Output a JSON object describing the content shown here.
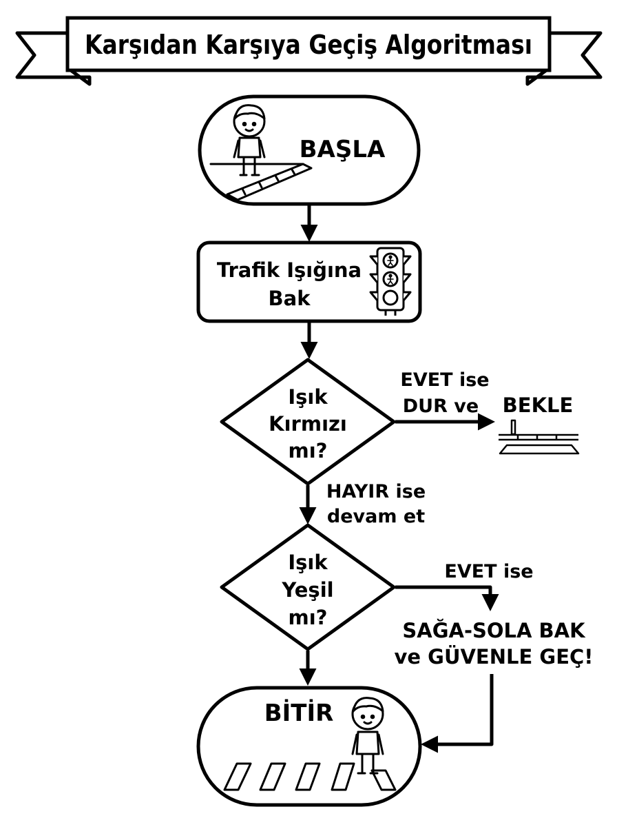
{
  "title": "Karşıdan Karşıya Geçiş Algoritması",
  "nodes": {
    "start": {
      "label": "BAŞLA",
      "icon": "boy-on-curb-icon"
    },
    "look": {
      "line1": "Trafik Işığına",
      "line2": "Bak",
      "icon": "traffic-light-icon"
    },
    "red": {
      "line1": "Işık",
      "line2": "Kırmızı",
      "line3": "mı?"
    },
    "green": {
      "line1": "Işık",
      "line2": "Yeşil",
      "line3": "mı?"
    },
    "wait": {
      "label": "BEKLE",
      "icon": "curb-wait-icon"
    },
    "cross": {
      "line1": "SAĞA-SOLA BAK",
      "line2": "ve GÜVENLE GEÇ!"
    },
    "end": {
      "label": "BİTİR",
      "icon": "boy-at-crosswalk-icon"
    }
  },
  "edges": {
    "red_yes": {
      "line1": "EVET ise",
      "line2": "DUR ve"
    },
    "red_no": {
      "line1": "HAYIR ise",
      "line2": "devam et"
    },
    "green_yes": {
      "label": "EVET ise"
    }
  },
  "colors": {
    "ink": "#000000",
    "paper": "#ffffff",
    "skin": "#ffffff"
  }
}
